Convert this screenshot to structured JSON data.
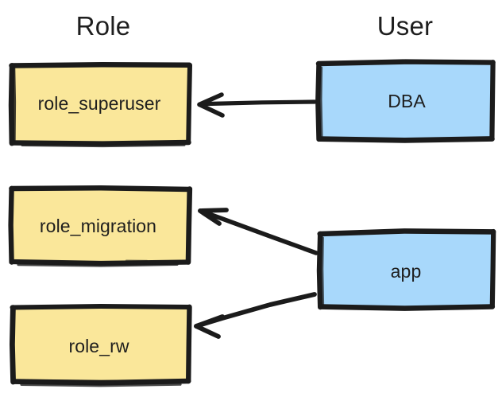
{
  "diagram": {
    "title_columns": {
      "role": "Role",
      "user": "User"
    },
    "style": {
      "role_fill": "#fae79a",
      "user_fill": "#a8d8fb",
      "stroke": "#1b1b1b",
      "text": "#1e1e1e",
      "background": "#ffffff"
    },
    "nodes": [
      {
        "id": "role_superuser",
        "label": "role_superuser",
        "column": "Role",
        "fill": "#fae79a"
      },
      {
        "id": "role_migration",
        "label": "role_migration",
        "column": "Role",
        "fill": "#fae79a"
      },
      {
        "id": "role_rw",
        "label": "role_rw",
        "column": "Role",
        "fill": "#fae79a"
      },
      {
        "id": "dba",
        "label": "DBA",
        "column": "User",
        "fill": "#a8d8fb"
      },
      {
        "id": "app",
        "label": "app",
        "column": "User",
        "fill": "#a8d8fb"
      }
    ],
    "edges": [
      {
        "from": "dba",
        "to": "role_superuser",
        "direction": "left",
        "style": "solid-arrow"
      },
      {
        "from": "app",
        "to": "role_migration",
        "direction": "up-left",
        "style": "solid-arrow"
      },
      {
        "from": "app",
        "to": "role_rw",
        "direction": "down-left",
        "style": "solid-arrow"
      }
    ]
  }
}
